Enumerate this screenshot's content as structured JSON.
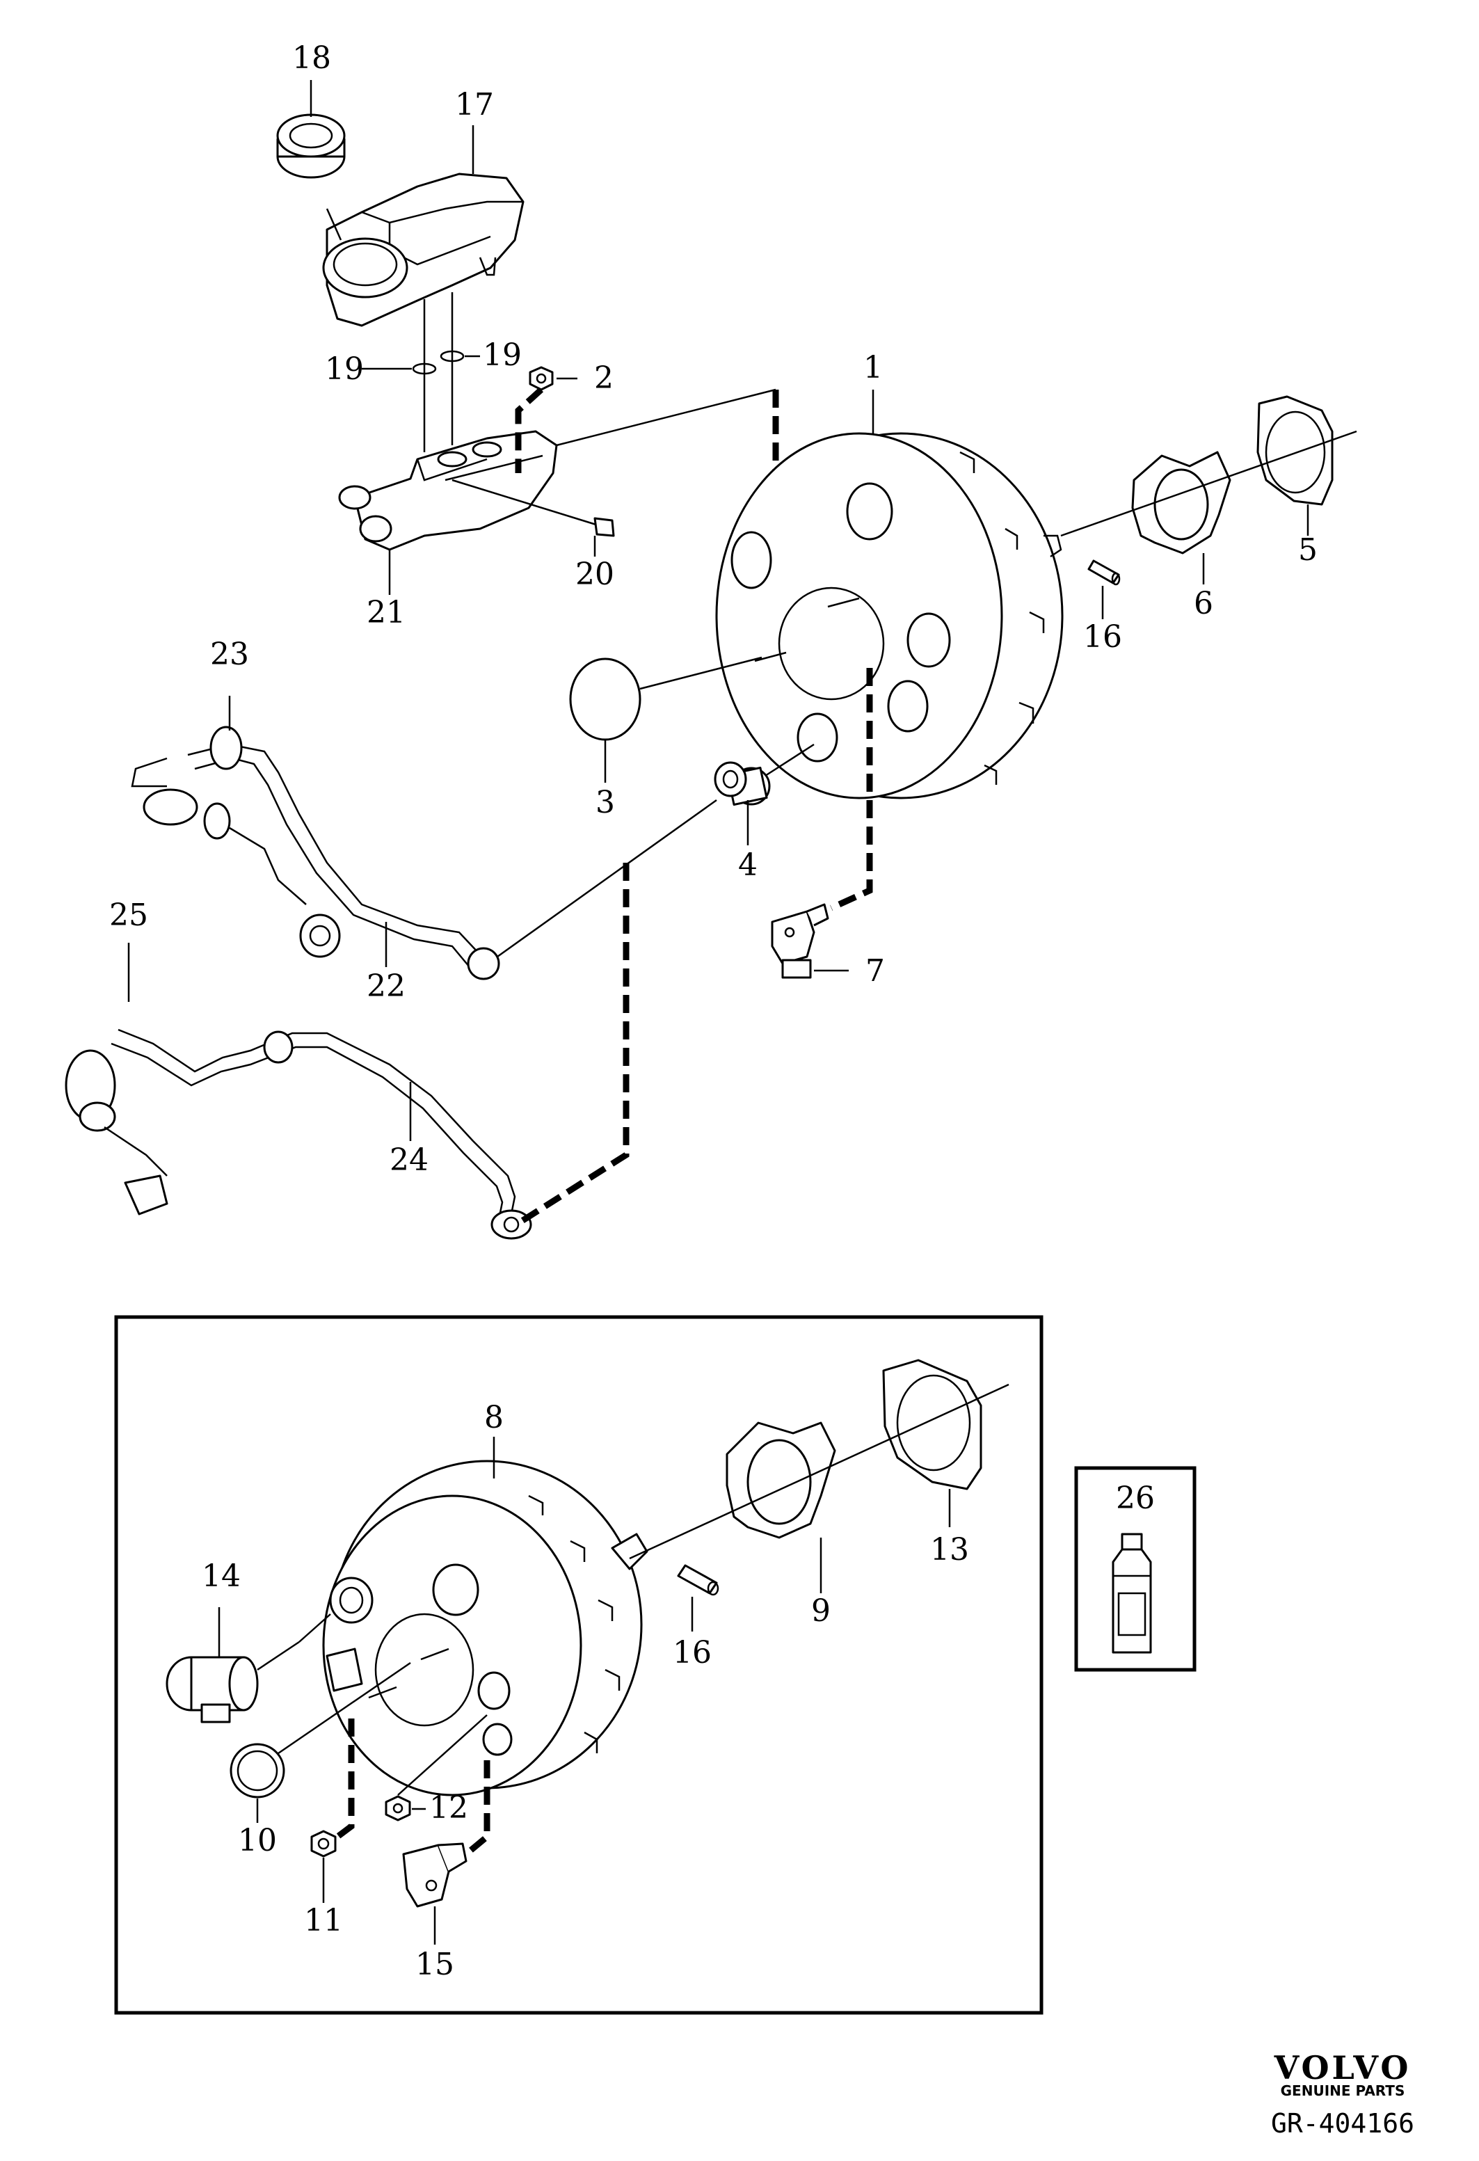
{
  "callouts": {
    "c1": "1",
    "c2": "2",
    "c3": "3",
    "c4": "4",
    "c5": "5",
    "c6": "6",
    "c7": "7",
    "c8": "8",
    "c9": "9",
    "c10": "10",
    "c11": "11",
    "c12": "12",
    "c13": "13",
    "c14": "14",
    "c15": "15",
    "c16a": "16",
    "c16b": "16",
    "c17": "17",
    "c18": "18",
    "c19a": "19",
    "c19b": "19",
    "c20": "20",
    "c21": "21",
    "c22": "22",
    "c23": "23",
    "c24": "24",
    "c25": "25",
    "c26": "26"
  },
  "brand": {
    "name": "VOLVO",
    "tagline": "GENUINE PARTS",
    "drawing_code": "GR-404166"
  },
  "colors": {
    "line": "#000000",
    "background": "#ffffff"
  }
}
